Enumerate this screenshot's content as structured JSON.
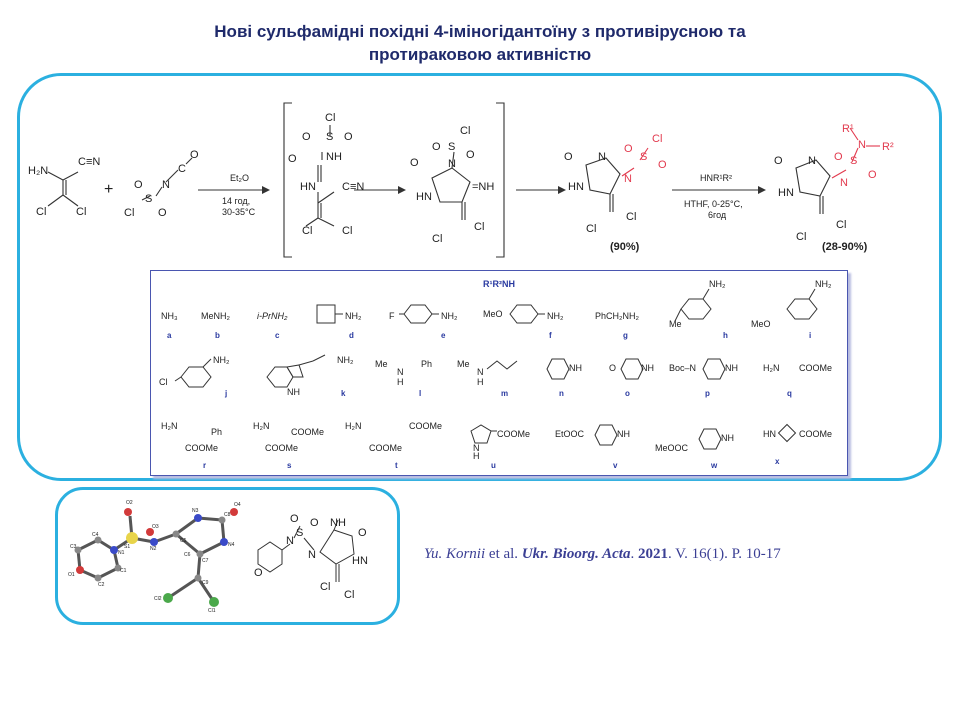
{
  "title": {
    "line1": "Нові сульфамідні похідні 4-іміногідантоїну з противірусною та",
    "line2": "протираковою активністю"
  },
  "scheme": {
    "conditions1": {
      "reagent": "Et₂O",
      "time": "14 год,",
      "temp": "30-35°C"
    },
    "conditions2": {
      "reagent": "HNR¹R²",
      "solvent": "HTHF, 0-25°C,",
      "time": "6год"
    },
    "yield1": "(90%)",
    "yield2": "(28-90%)",
    "labels": {
      "h2n": "H₂N",
      "cn": "C≡N",
      "cl": "Cl",
      "o": "O",
      "s": "S",
      "n": "N",
      "nh": "NH",
      "hn": "HN",
      "eq_nh": "=NH",
      "plus": "+",
      "r1": "R¹",
      "r2": "R²",
      "c": "C"
    }
  },
  "amines": {
    "header": "R¹R²NH",
    "items": [
      {
        "id": "a",
        "text": "NH₃"
      },
      {
        "id": "b",
        "text": "MeNH₂"
      },
      {
        "id": "c",
        "text": "i-PrNH₂"
      },
      {
        "id": "d",
        "text": "NH₂"
      },
      {
        "id": "e",
        "text": "NH₂"
      },
      {
        "id": "f",
        "text": "NH₂"
      },
      {
        "id": "g",
        "text": "PhCH₂NH₂"
      },
      {
        "id": "h",
        "text": "NH₂"
      },
      {
        "id": "i",
        "text": "NH₂"
      },
      {
        "id": "j",
        "text": "NH₂"
      },
      {
        "id": "k",
        "text": "NH₂"
      },
      {
        "id": "l",
        "text": "Ph"
      },
      {
        "id": "m",
        "text": "Me"
      },
      {
        "id": "n",
        "text": "NH"
      },
      {
        "id": "o",
        "text": "NH"
      },
      {
        "id": "p",
        "text": "NH"
      },
      {
        "id": "q",
        "text": "COOMe"
      },
      {
        "id": "r",
        "text": "COOMe"
      },
      {
        "id": "s",
        "text": "COOMe"
      },
      {
        "id": "t",
        "text": "COOMe"
      },
      {
        "id": "u",
        "text": "COOMe"
      },
      {
        "id": "v",
        "text": "NH"
      },
      {
        "id": "w",
        "text": "NH"
      },
      {
        "id": "x",
        "text": "COOMe"
      }
    ],
    "extra": {
      "e_f": "F",
      "f_meo": "MeO",
      "h_me": "Me",
      "i_meo": "MeO",
      "j_cl": "Cl",
      "k_nh": "NH",
      "l_me": "Me",
      "l_nh": "N",
      "l_h": "H",
      "m_nh": "N",
      "m_h": "H",
      "o_o": "O",
      "p_boc": "Boc–N",
      "q_h2n": "H₂N",
      "r_h2n": "H₂N",
      "r_ph": "Ph",
      "s_h2n": "H₂N",
      "s_coome2": "COOMe",
      "t_h2n": "H₂N",
      "t_coome2": "COOMe",
      "u_nh": "N",
      "u_h": "H",
      "v_etooc": "EtOOC",
      "w_meooc": "MeOOC",
      "x_hn": "HN"
    }
  },
  "crystal_atoms": [
    "O2",
    "O3",
    "S1",
    "C4",
    "N1",
    "C1",
    "C2",
    "C3",
    "N3",
    "N2",
    "C5",
    "C8",
    "O4",
    "N4",
    "C7",
    "C6",
    "C9",
    "Cl2",
    "Cl1",
    "O1"
  ],
  "citation": {
    "authors": "Yu. Kornii",
    "etal": " et al. ",
    "journal": "Ukr. Bioorg. Acta",
    "sep": ". ",
    "year": "2021",
    "rest": ". V. 16(1). P. 10-17"
  },
  "colors": {
    "frame": "#2bb0e0",
    "title": "#1f2a6b",
    "highlight": "#e23a4e",
    "box": "#4a56b0"
  }
}
